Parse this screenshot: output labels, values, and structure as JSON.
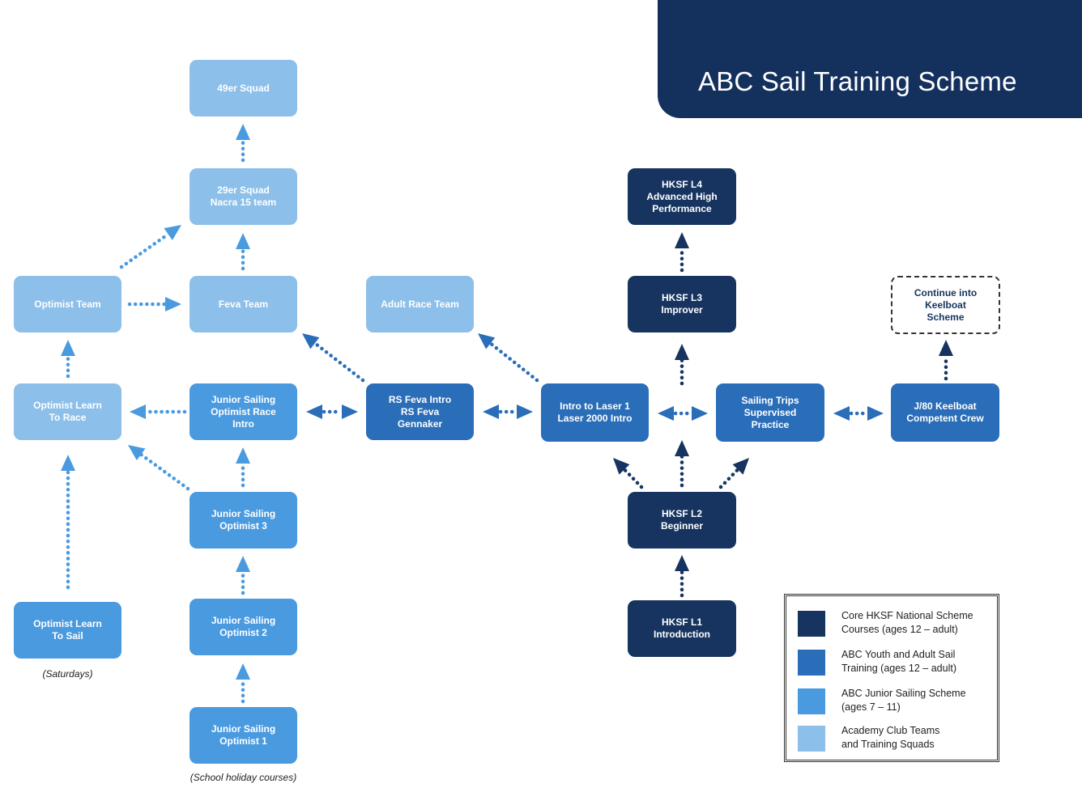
{
  "title": "ABC Sail Training Scheme",
  "colors": {
    "core": "#16345f",
    "youth": "#2a6db8",
    "junior": "#4a9ae0",
    "squad": "#8cbfe9",
    "banner": "#14315e"
  },
  "nodes": {
    "squad_49er": "49er Squad",
    "squad_29er": "29er Squad\nNacra 15 team",
    "optimist_team": "Optimist Team",
    "feva_team": "Feva Team",
    "adult_race_team": "Adult Race Team",
    "hksf_l4": "HKSF L4\nAdvanced High\nPerformance",
    "hksf_l3": "HKSF L3\nImprover",
    "continue_keelboat": "Continue into\nKeelboat\nScheme",
    "optimist_learn_race": "Optimist Learn\nTo Race",
    "junior_race_intro": "Junior Sailing\nOptimist Race\nIntro",
    "rs_feva": "RS Feva Intro\nRS Feva\nGennaker",
    "intro_laser": "Intro to Laser 1\nLaser 2000 Intro",
    "sailing_trips": "Sailing Trips\nSupervised\nPractice",
    "j80": "J/80 Keelboat\nCompetent Crew",
    "junior_opt3": "Junior Sailing\nOptimist 3",
    "hksf_l2": "HKSF L2\nBeginner",
    "optimist_learn_sail": "Optimist Learn\nTo Sail",
    "junior_opt2": "Junior Sailing\nOptimist 2",
    "hksf_l1": "HKSF L1\nIntroduction",
    "junior_opt1": "Junior Sailing\nOptimist 1"
  },
  "captions": {
    "saturdays": "(Saturdays)",
    "school_holiday": "(School holiday courses)"
  },
  "legend": [
    {
      "label": "Core HKSF National Scheme\nCourses (ages 12 – adult)",
      "color": "#16345f"
    },
    {
      "label": "ABC Youth and Adult Sail\nTraining (ages 12 – adult)",
      "color": "#2a6db8"
    },
    {
      "label": "ABC Junior Sailing Scheme\n(ages 7 – 11)",
      "color": "#4a9ae0"
    },
    {
      "label": "Academy Club Teams\nand Training Squads",
      "color": "#8cbfe9"
    }
  ]
}
